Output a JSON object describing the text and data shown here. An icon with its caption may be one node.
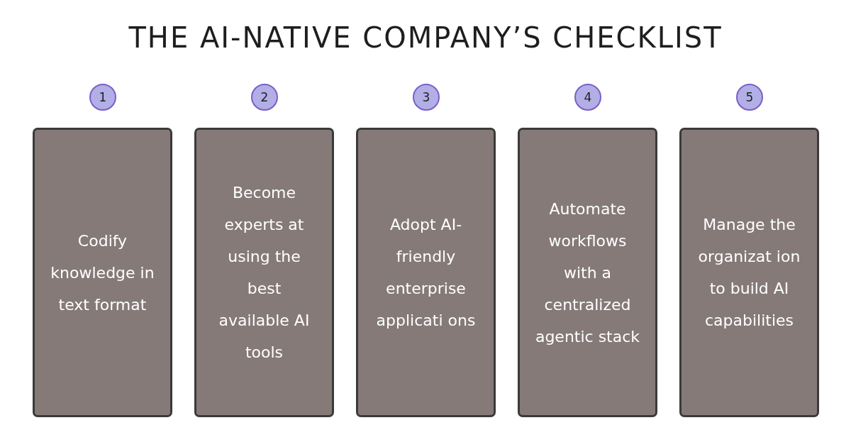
{
  "diagram": {
    "title": "THE AI-NATIVE COMPANY’S CHECKLIST",
    "nodes": [
      {
        "text": [
          "1"
        ]
      },
      {
        "text": [
          "Codify knowledge in text format"
        ]
      },
      {
        "text": [
          "2"
        ]
      },
      {
        "text": [
          "Become experts at using the best available AI tools"
        ]
      },
      {
        "text": [
          "3"
        ]
      },
      {
        "text": [
          "Adopt AI-friendly enterprise applicati ons"
        ]
      },
      {
        "text": [
          "4"
        ]
      },
      {
        "text": [
          "Automate workflows with a centralized agentic stack"
        ]
      },
      {
        "text": [
          "5"
        ]
      },
      {
        "text": [
          "Manage the organizat ion to build AI capabilities"
        ]
      }
    ]
  }
}
